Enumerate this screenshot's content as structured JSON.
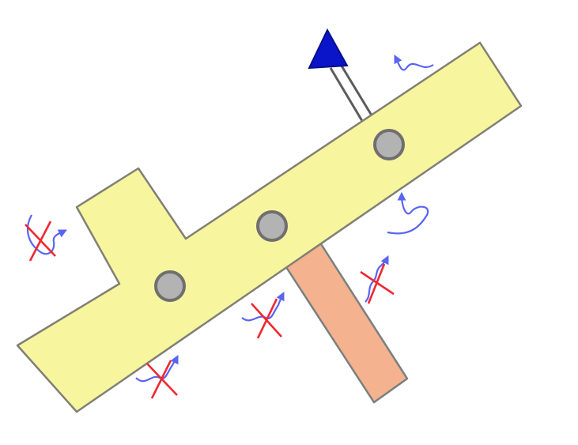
{
  "diagram": {
    "colors": {
      "background": "#ffffff",
      "beam_fill": "#f7f59e",
      "beam_edge": "#808075",
      "strut_fill": "#f5b28f",
      "strut_edge": "#7a7f7f",
      "pin_fill": "#b3b3b3",
      "pin_edge": "#6f6f6f",
      "arrow_fill": "#0a14c8",
      "arrow_edge": "#06108a",
      "arrow_shaft": "#5c5c5c",
      "symbol_wave": "#5a64f2",
      "symbol_cross": "#f02830"
    },
    "parts": [
      {
        "name": "t-shaped-beam",
        "shape": "polygon"
      },
      {
        "name": "support-strut",
        "shape": "bar"
      },
      {
        "name": "pin-joint",
        "count": 3
      },
      {
        "name": "load-arrow",
        "direction": "up-left"
      }
    ],
    "symbols": [
      {
        "name": "rotation-arrow",
        "crossed": false
      },
      {
        "name": "rotation-arrow",
        "crossed": false
      },
      {
        "name": "blocked-rotation",
        "crossed": true
      },
      {
        "name": "blocked-rotation",
        "crossed": true
      },
      {
        "name": "blocked-rotation",
        "crossed": true
      },
      {
        "name": "blocked-rotation",
        "crossed": true
      }
    ]
  }
}
